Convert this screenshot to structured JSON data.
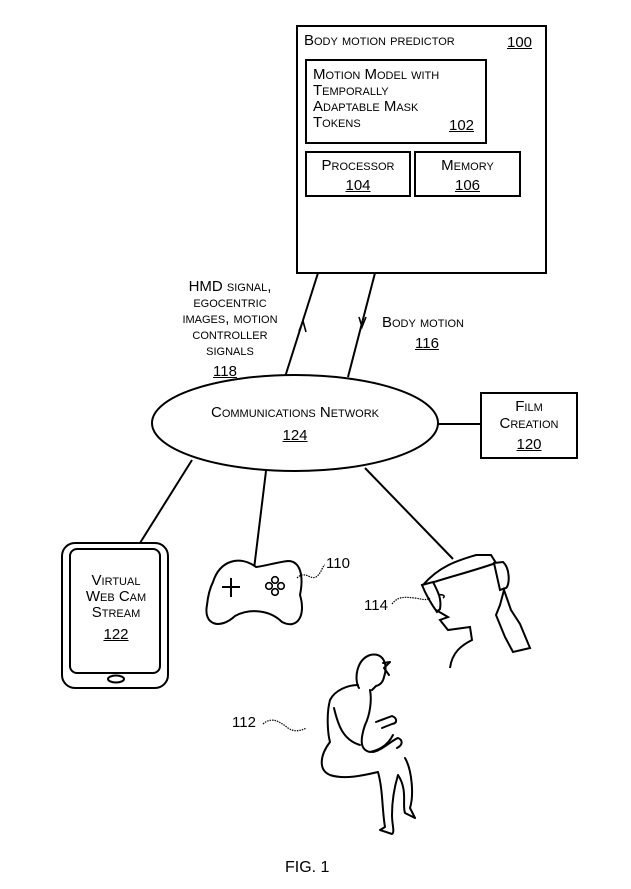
{
  "predictor": {
    "title": "Body motion predictor",
    "ref": "100",
    "model": {
      "lines": [
        "Motion Model with",
        "Temporally",
        "Adaptable Mask",
        "Tokens"
      ],
      "ref": "102"
    },
    "processor": {
      "label": "Processor",
      "ref": "104"
    },
    "memory": {
      "label": "Memory",
      "ref": "106"
    }
  },
  "uplink": {
    "lines": [
      "HMD signal,",
      "egocentric",
      "images, motion",
      "controller",
      "signals"
    ],
    "ref": "118"
  },
  "downlink": {
    "label": "Body motion",
    "ref": "116"
  },
  "network": {
    "label": "Communications Network",
    "ref": "124"
  },
  "film": {
    "lines": [
      "Film",
      "Creation"
    ],
    "ref": "120"
  },
  "tablet": {
    "lines": [
      "Virtual",
      "Web Cam",
      "Stream"
    ],
    "ref": "122"
  },
  "controller": {
    "ref": "110"
  },
  "hmd_user": {
    "ref": "114"
  },
  "seated_person": {
    "ref": "112"
  },
  "caption": "FIG. 1"
}
